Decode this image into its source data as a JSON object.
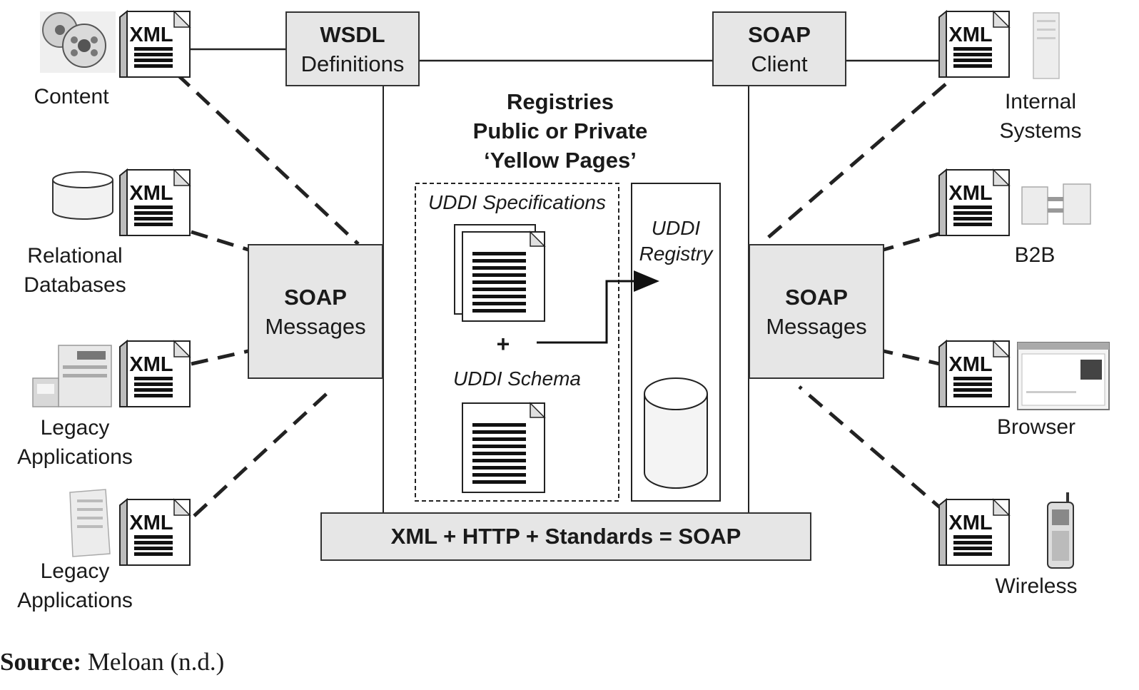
{
  "wsdl_box": {
    "title": "WSDL",
    "subtitle": "Definitions"
  },
  "soap_client_box": {
    "title": "SOAP",
    "subtitle": "Client"
  },
  "registry_title": [
    "Registries",
    "Public or Private",
    "‘Yellow Pages’"
  ],
  "uddi_specifications": "UDDI Specifications",
  "plus_sign": "+",
  "uddi_schema": "UDDI Schema",
  "uddi_registry": [
    "UDDI",
    "Registry"
  ],
  "soap_messages_left": {
    "title": "SOAP",
    "subtitle": "Messages"
  },
  "soap_messages_right": {
    "title": "SOAP",
    "subtitle": "Messages"
  },
  "base_bar": "XML + HTTP + Standards = SOAP",
  "xml_label": "XML",
  "left_sources": [
    {
      "label": [
        "Content"
      ],
      "icon": "film-reels-icon"
    },
    {
      "label": [
        "Relational",
        "Databases"
      ],
      "icon": "database-icon"
    },
    {
      "label": [
        "Legacy",
        "Applications"
      ],
      "icon": "mainframe-icon"
    },
    {
      "label": [
        "Legacy",
        "Applications"
      ],
      "icon": "server-tower-icon"
    }
  ],
  "right_targets": [
    {
      "label": [
        "Internal",
        "Systems"
      ],
      "icon": "server-rack-icon"
    },
    {
      "label": [
        "B2B"
      ],
      "icon": "linked-buildings-icon"
    },
    {
      "label": [
        "Browser"
      ],
      "icon": "browser-window-icon"
    },
    {
      "label": [
        "Wireless"
      ],
      "icon": "mobile-phone-icon"
    }
  ],
  "source": {
    "prefix": "Source:",
    "text": " Meloan (n.d.)"
  }
}
